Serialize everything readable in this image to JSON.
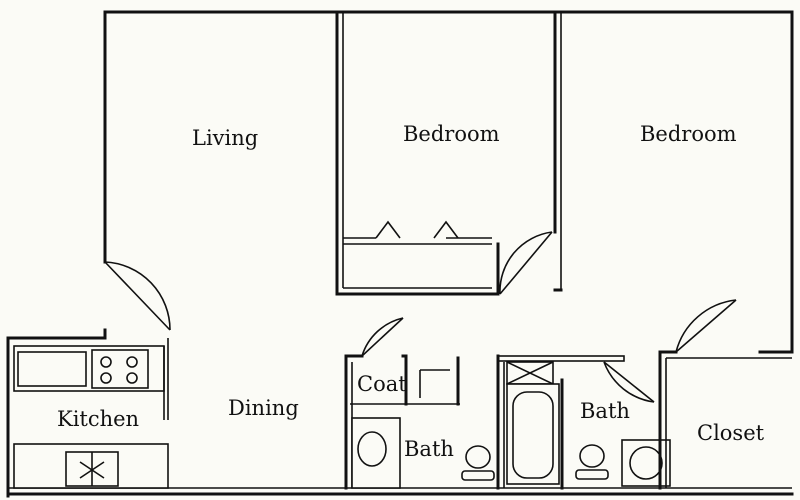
{
  "plan": {
    "rooms": {
      "living": "Living",
      "bedroom_1": "Bedroom",
      "bedroom_2": "Bedroom",
      "kitchen": "Kitchen",
      "dining": "Dining",
      "coat": "Coat",
      "bath_1": "Bath",
      "bath_2": "Bath",
      "closet": "Closet"
    }
  }
}
